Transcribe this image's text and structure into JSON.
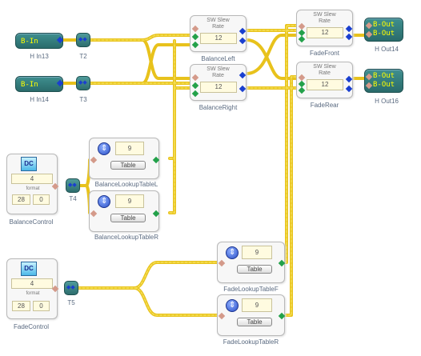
{
  "inputs": [
    {
      "label": "B-In",
      "name": "H In13"
    },
    {
      "label": "B-In",
      "name": "H In14"
    }
  ],
  "taps": [
    "T2",
    "T3",
    "T4",
    "T5"
  ],
  "slew_blocks": [
    {
      "title_line1": "SW Slew",
      "title_line2": "Rate",
      "value": "12",
      "name": "BalanceLeft"
    },
    {
      "title_line1": "SW Slew",
      "title_line2": "Rate",
      "value": "12",
      "name": "BalanceRight"
    },
    {
      "title_line1": "SW Slew",
      "title_line2": "Rate",
      "value": "12",
      "name": "FadeFront"
    },
    {
      "title_line1": "SW Slew",
      "title_line2": "Rate",
      "value": "12",
      "name": "FadeRear"
    }
  ],
  "outputs": [
    {
      "line1": "B-Out",
      "line2": "B-Out",
      "name": "H Out14"
    },
    {
      "line1": "B-Out",
      "line2": "B-Out",
      "name": "H Out16"
    }
  ],
  "lookups": [
    {
      "value": "9",
      "button": "Table",
      "name": "BalanceLookupTableL"
    },
    {
      "value": "9",
      "button": "Table",
      "name": "BalanceLookupTableR"
    },
    {
      "value": "9",
      "button": "Table",
      "name": "FadeLookupTableF"
    },
    {
      "value": "9",
      "button": "Table",
      "name": "FadeLookupTableR"
    }
  ],
  "controls": [
    {
      "icon": "DC",
      "value": "4",
      "format_label": "format",
      "field1": "28",
      "field2": "0",
      "name": "BalanceControl"
    },
    {
      "icon": "DC",
      "value": "4",
      "format_label": "format",
      "field1": "28",
      "field2": "0",
      "name": "FadeControl"
    }
  ],
  "colors": {
    "wire": "#e8c21c",
    "wire_core": "#f5e15a",
    "port_fill": "#3a8585",
    "port_text": "#ffff00",
    "pin_out": "#23a14a",
    "pin_in": "#d49a8a",
    "knob": "#2a4fc7"
  }
}
